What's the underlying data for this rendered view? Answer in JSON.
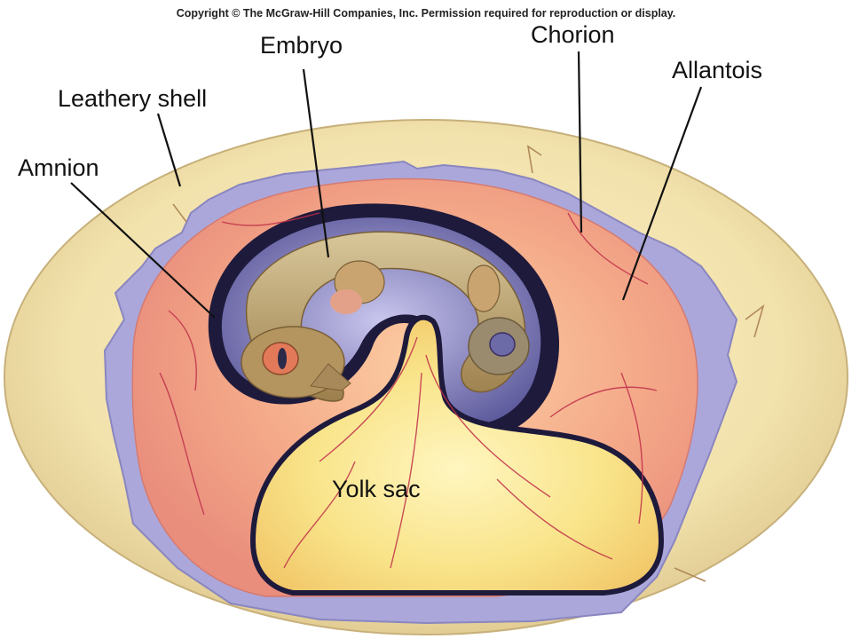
{
  "copyright": "Copyright © The McGraw-Hill Companies, Inc. Permission required for reproduction or display.",
  "labels": {
    "embryo": "Embryo",
    "chorion": "Chorion",
    "allantois": "Allantois",
    "leathery_shell": "Leathery shell",
    "amnion": "Amnion",
    "yolk_sac": "Yolk sac"
  },
  "colors": {
    "shell": "#f2e2ac",
    "shell_edge": "#c7b07a",
    "chorion_lavender": "#a9a6d8",
    "allantois": "#f2a785",
    "amnion_dark": "#1e1a3c",
    "amniotic_fluid": "#6d6aa8",
    "embryo": "#b59a66",
    "yolk": "#f8e27a",
    "vessel": "#c0304a"
  }
}
